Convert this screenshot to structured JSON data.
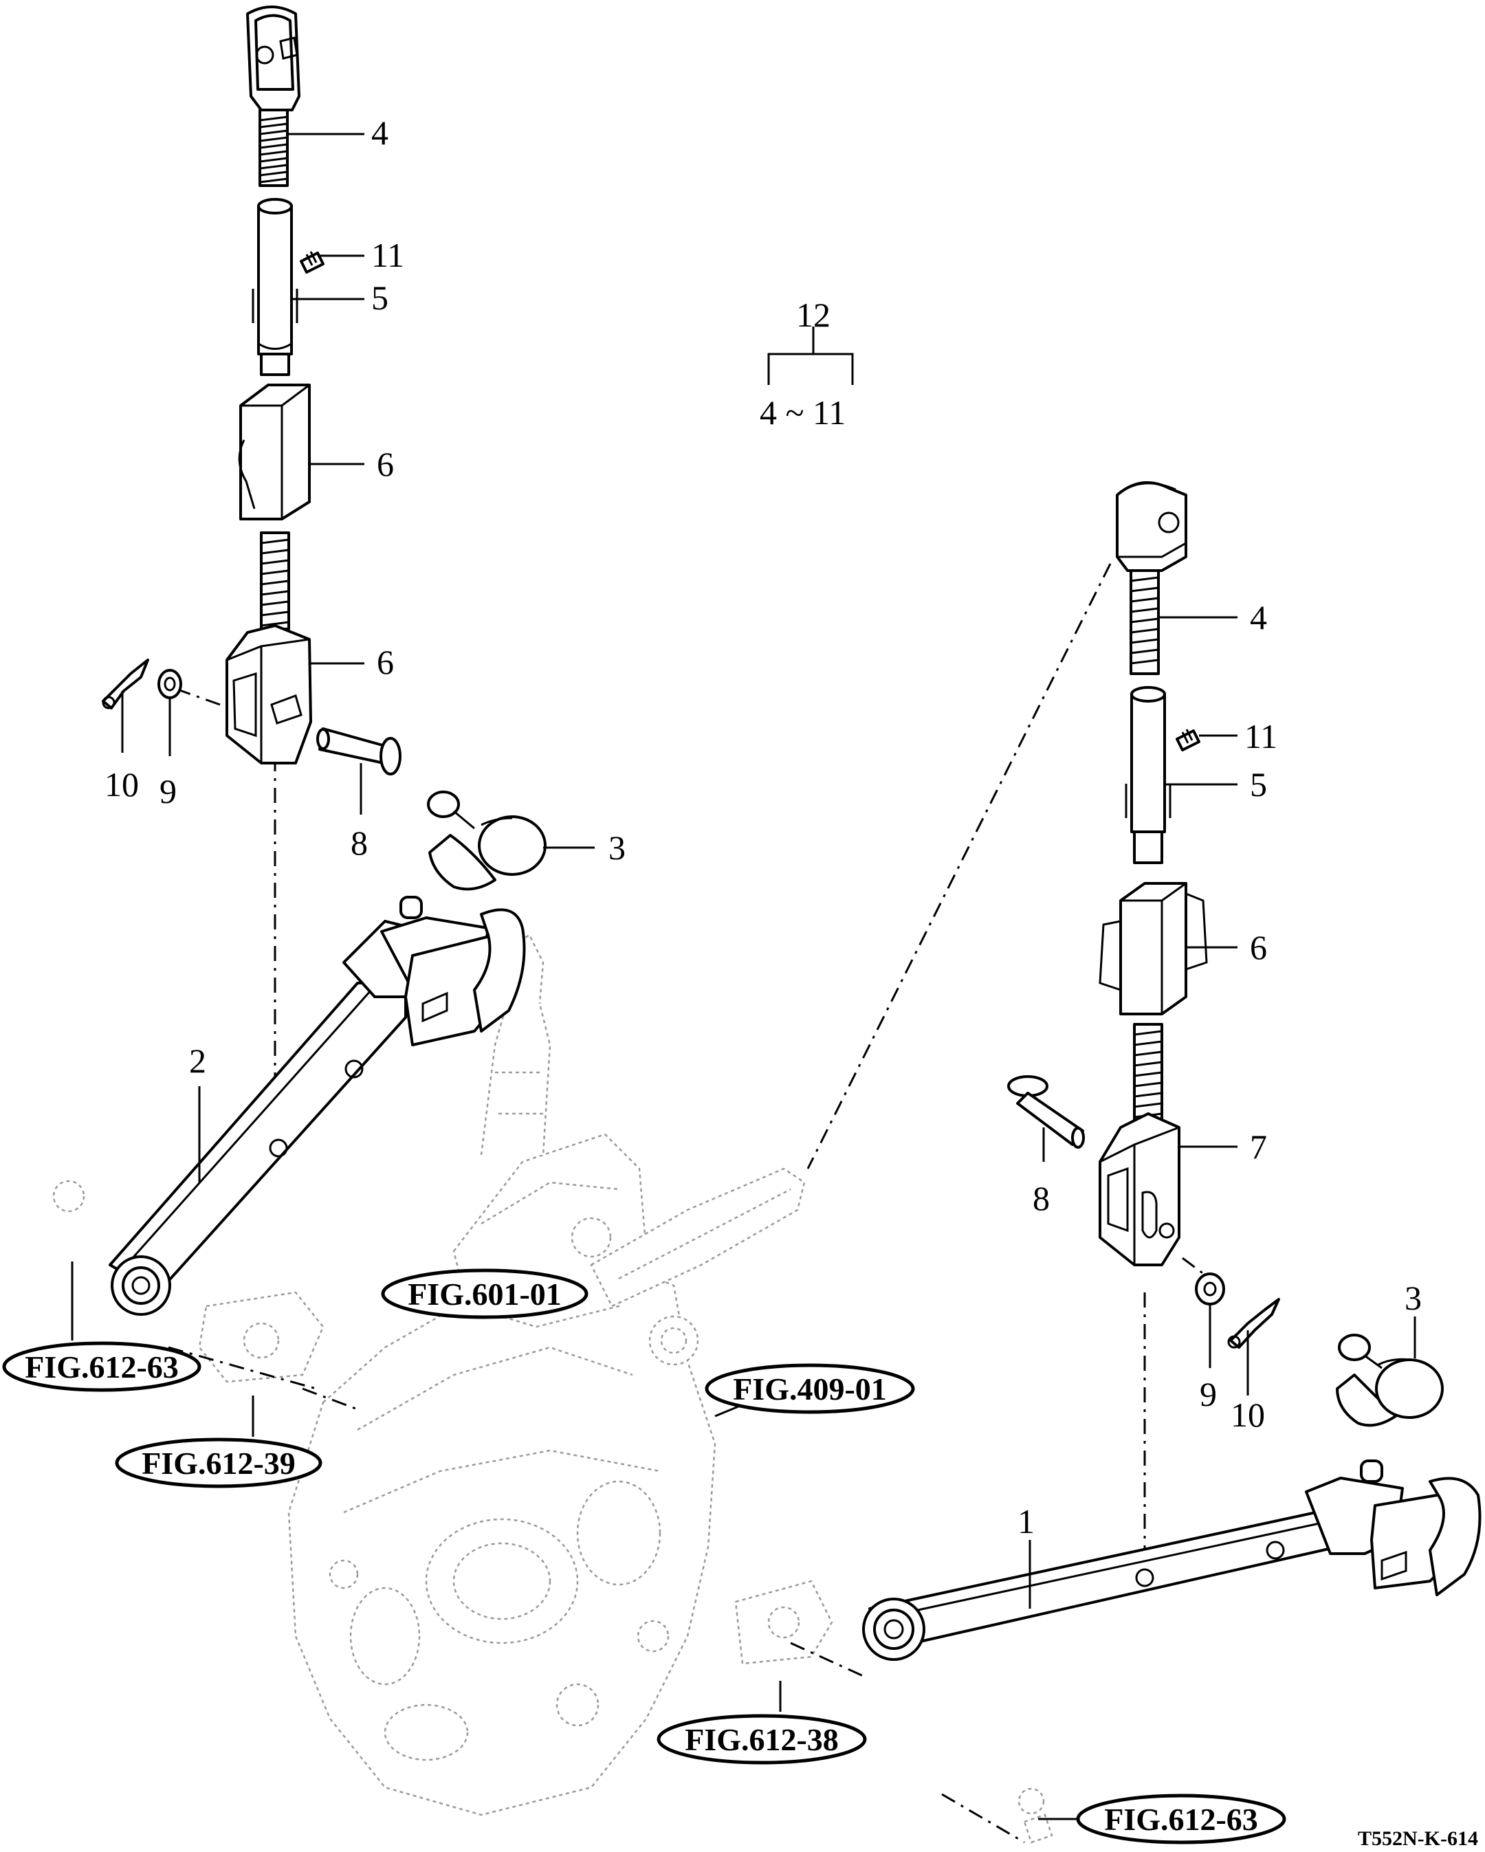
{
  "callouts": {
    "left_4": "4",
    "left_11": "11",
    "left_5": "5",
    "left_6a": "6",
    "left_6b": "6",
    "left_10": "10",
    "left_9": "9",
    "left_8": "8",
    "left_3": "3",
    "left_2": "2",
    "set_12": "12",
    "set_range": "4 ~ 11",
    "right_4": "4",
    "right_11": "11",
    "right_5": "5",
    "right_6": "6",
    "right_7": "7",
    "right_8": "8",
    "right_9": "9",
    "right_10": "10",
    "right_3": "3",
    "right_1": "1"
  },
  "figure_refs": {
    "fig_601_01": "FIG.601-01",
    "fig_612_63_left": "FIG.612-63",
    "fig_612_39": "FIG.612-39",
    "fig_409_01": "FIG.409-01",
    "fig_612_38": "FIG.612-38",
    "fig_612_63_right": "FIG.612-63"
  },
  "drawing_code": "T552N-K-614"
}
